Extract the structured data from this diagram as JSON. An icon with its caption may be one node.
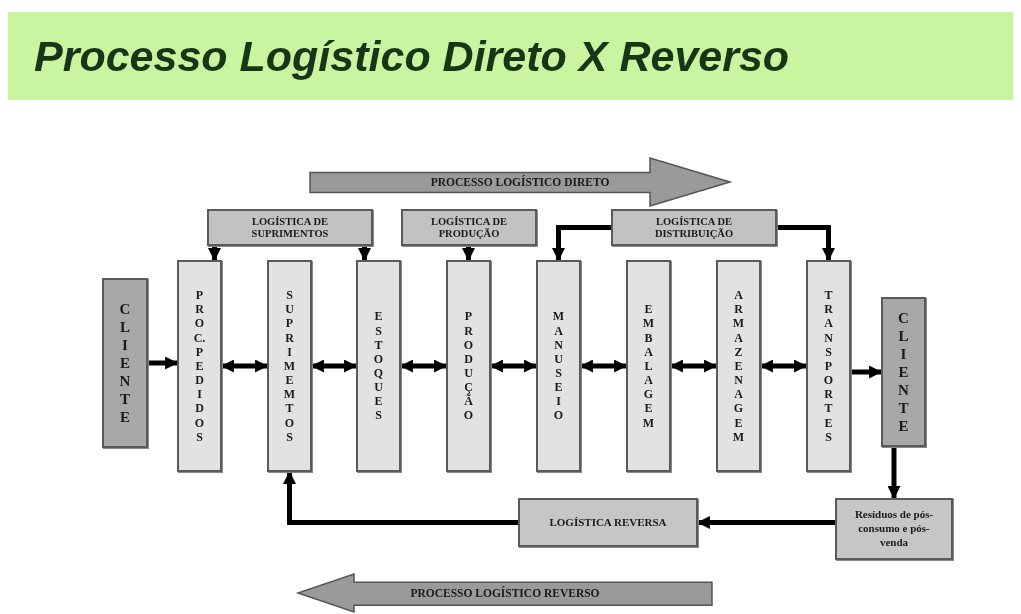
{
  "diagram": {
    "title": "Processo Logístico Direto X Reverso",
    "nodes": [
      {
        "text": [
          "PROCESSO LOGÍSTICO DIRETO"
        ]
      },
      {
        "text": [
          "LOGÍSTICA DE SUPRIMENTOS"
        ]
      },
      {
        "text": [
          "LOGÍSTICA DE PRODUÇÃO"
        ]
      },
      {
        "text": [
          "LOGÍSTICA DE DISTRIBUIÇÃO"
        ]
      },
      {
        "text": [
          "CLIENTE"
        ]
      },
      {
        "text": [
          "PROC. PEDIDOS"
        ]
      },
      {
        "text": [
          "SUPRIMEMTOS"
        ]
      },
      {
        "text": [
          "ESTOQUES"
        ]
      },
      {
        "text": [
          "PRODUÇÃO"
        ]
      },
      {
        "text": [
          "MANUSEIO"
        ]
      },
      {
        "text": [
          "EMBALAGEM"
        ]
      },
      {
        "text": [
          "ARMAZENAGEM"
        ]
      },
      {
        "text": [
          "TRANSPORTES"
        ]
      },
      {
        "text": [
          "CLIENTE"
        ]
      },
      {
        "text": [
          "LOGÍSTICA REVERSA"
        ]
      },
      {
        "text": [
          "Resíduos de pós-consumo e pós-venda"
        ]
      },
      {
        "text": [
          "PROCESSO LOGÍSTICO REVERSO"
        ]
      }
    ],
    "edges": [
      {
        "from": 4,
        "to": 5,
        "arrow": "to"
      },
      {
        "from": 5,
        "to": 6,
        "arrow": "both"
      },
      {
        "from": 6,
        "to": 7,
        "arrow": "both"
      },
      {
        "from": 7,
        "to": 8,
        "arrow": "both"
      },
      {
        "from": 8,
        "to": 9,
        "arrow": "both"
      },
      {
        "from": 9,
        "to": 10,
        "arrow": "both"
      },
      {
        "from": 10,
        "to": 11,
        "arrow": "both"
      },
      {
        "from": 11,
        "to": 12,
        "arrow": "both"
      },
      {
        "from": 12,
        "to": 13,
        "arrow": "to"
      },
      {
        "from": 1,
        "to": 5,
        "arrow": "to"
      },
      {
        "from": 1,
        "to": 7,
        "arrow": "to"
      },
      {
        "from": 2,
        "to": 8,
        "arrow": "to"
      },
      {
        "from": 3,
        "to": 9,
        "arrow": "to"
      },
      {
        "from": 3,
        "to": 12,
        "arrow": "to"
      },
      {
        "from": 13,
        "to": 15,
        "arrow": "to"
      },
      {
        "from": 15,
        "to": 14,
        "arrow": "to"
      },
      {
        "from": 14,
        "to": 6,
        "arrow": "to"
      }
    ]
  }
}
